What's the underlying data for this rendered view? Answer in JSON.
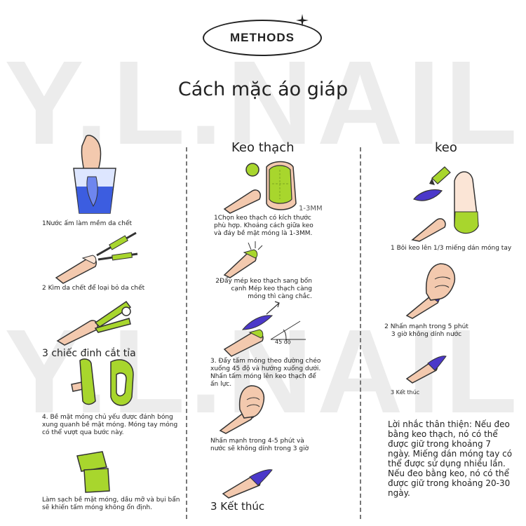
{
  "watermark": "Y.L.NAIL",
  "badge": "METHODS",
  "title": "Cách mặc áo giáp",
  "columns": {
    "left": {
      "steps": [
        "1Nước ấm làm mềm da chết",
        "2 Kìm da chết để loại bỏ da chết",
        "3 chiếc đinh cắt tỉa",
        "4. Bề mặt móng chủ yếu được đánh bóng xung quanh bề mặt móng. Móng tay mỏng có thể vượt qua bước này.",
        "Làm sạch bề mặt móng, dầu mỡ và bụi bẩn sẽ khiến tấm móng không ổn định."
      ]
    },
    "middle": {
      "header": "Keo thạch",
      "measure_label": "1-3MM",
      "angle_label": "45 độ",
      "steps": [
        "1Chọn keo thạch có kích thước phù hợp. Khoảng cách giữa keo và đáy bề mặt móng là 1-3MM.",
        "2Đẩy mép keo thạch sang bốn cạnh Mép keo thạch càng mỏng thì càng chắc.",
        "3. Đẩy tấm móng theo đường chéo xuống 45 độ và hướng xuống dưới. Nhấn tấm móng lên keo thạch để ấn lực.",
        "Nhấn mạnh trong 4-5 phút và nước sẽ không dính trong 3 giờ",
        "3 Kết thúc"
      ]
    },
    "right": {
      "header": "keo",
      "steps": [
        "1 Bôi keo lên 1/3 miếng dán móng tay",
        "2 Nhấn mạnh trong 5 phút 3 giờ không dính nước",
        "3 Kết thúc"
      ],
      "tip": "Lời nhắc thân thiện: Nếu đeo bằng keo thạch, nó có thể được giữ trong khoảng 7 ngày. Miếng dán móng tay có thể được sử dụng nhiều lần. Nếu đeo bằng keo, nó có thể được giữ trong khoảng 20-30 ngày."
    }
  },
  "colors": {
    "skin": "#f3c9ae",
    "skin_stroke": "#333333",
    "green": "#a8d62d",
    "purple": "#4b38c9",
    "water": "#3c5de0"
  },
  "icons": [
    "hand-in-water-icon",
    "cuticle-pusher-icon",
    "nail-clipper-icon",
    "nail-buffer-icon",
    "nail-file-icon",
    "jelly-tab-icon",
    "press-nail-icon",
    "glue-tube-icon",
    "star-sparkle-icon"
  ]
}
